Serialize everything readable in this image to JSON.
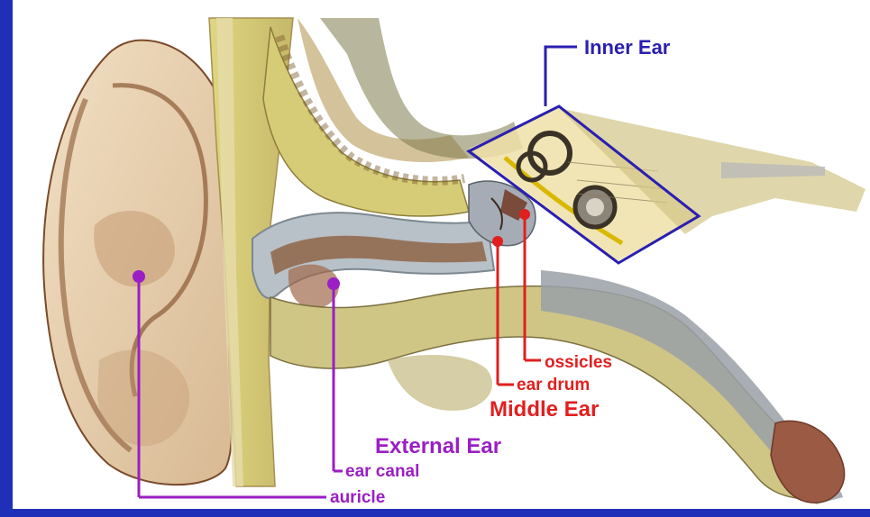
{
  "labels": {
    "inner_ear": "Inner Ear",
    "ossicles": "ossicles",
    "ear_drum": "ear drum",
    "middle_ear": "Middle Ear",
    "external_ear": "External Ear",
    "ear_canal": "ear canal",
    "auricle": "auricle"
  },
  "colors": {
    "frame": "#1f2fb8",
    "inner_ear": "#2a1fb0",
    "middle_ear": "#e21f1f",
    "external_ear": "#9a1fc4",
    "skin": "#ead2b2",
    "skin_shadow": "#8a5a36",
    "bone": "#c9c07a",
    "tissue_yellow": "#d8d27a"
  }
}
